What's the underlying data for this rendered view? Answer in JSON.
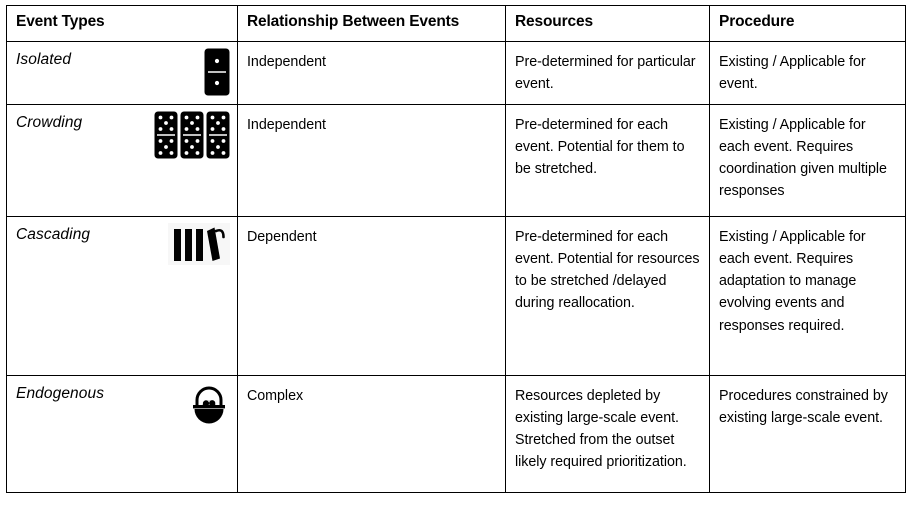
{
  "table": {
    "columns": [
      {
        "key": "event_types",
        "label": "Event Types"
      },
      {
        "key": "relationship",
        "label": "Relationship Between Events"
      },
      {
        "key": "resources",
        "label": "Resources"
      },
      {
        "key": "procedure",
        "label": "Procedure"
      }
    ],
    "rows": [
      {
        "event_type": "Isolated",
        "icon": "single-domino-icon",
        "relationship": "Independent",
        "resources": "Pre-determined for particular event.",
        "procedure": "Existing / Applicable for event."
      },
      {
        "event_type": "Crowding",
        "icon": "three-dominoes-icon",
        "relationship": "Independent",
        "resources": "Pre-determined for each event. Potential for them to be stretched.",
        "procedure": "Existing / Applicable for each event. Requires coordination given multiple responses"
      },
      {
        "event_type": "Cascading",
        "icon": "falling-dominoes-icon",
        "relationship": "Dependent",
        "resources": "Pre-determined for each event. Potential for resources to be stretched /delayed during reallocation.",
        "procedure": "Existing / Applicable for each event. Requires adaptation to manage evolving events and responses required."
      },
      {
        "event_type": "Endogenous",
        "icon": "basket-of-eggs-icon",
        "relationship": "Complex",
        "resources": "Resources depleted by existing large-scale event. Stretched from the outset likely required prioritization.",
        "procedure": "Procedures constrained by existing large-scale event."
      }
    ]
  },
  "colors": {
    "border": "#000000",
    "text": "#000000",
    "background": "#ffffff",
    "icon": "#000000"
  }
}
